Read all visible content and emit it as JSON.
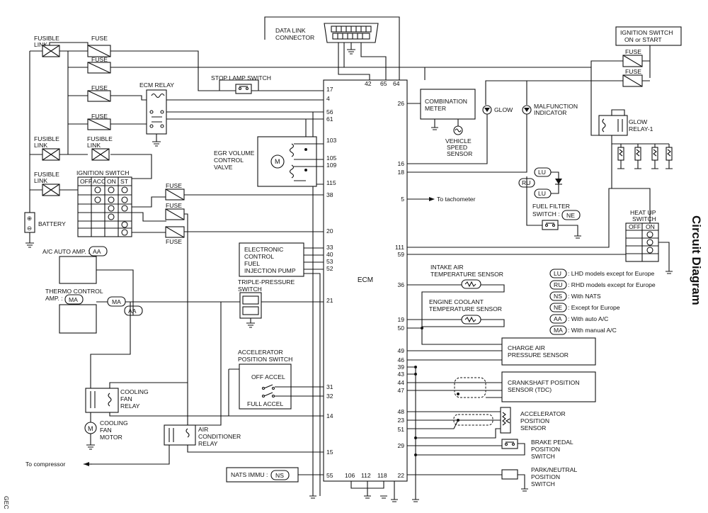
{
  "page": {
    "side_title": "Circuit Diagram",
    "corner_code": "GEC"
  },
  "ecm": {
    "label": "ECM"
  },
  "components": {
    "data_link_connector": [
      "DATA LINK",
      "CONNECTOR"
    ],
    "ignition_switch_on_start": [
      "IGNITION SWITCH",
      "ON or START"
    ],
    "fusible_link": [
      "FUSIBLE",
      "LINK"
    ],
    "fuse": "FUSE",
    "ecm_relay": "ECM RELAY",
    "stop_lamp_switch": "STOP LAMP SWITCH",
    "egr_volume_control_valve": [
      "EGR VOLUME",
      "CONTROL",
      "VALVE"
    ],
    "ignition_switch": "IGNITION SWITCH",
    "ignition_switch_positions": [
      "OFF",
      "ACC",
      "ON",
      "ST"
    ],
    "battery": "BATTERY",
    "ac_auto_amp": "A/C AUTO AMP. :",
    "thermo_control_amp": [
      "THERMO CONTROL",
      "AMP. :"
    ],
    "electronic_control_fuel_injection_pump": [
      "ELECTRONIC",
      "CONTROL",
      "FUEL",
      "INJECTION PUMP"
    ],
    "triple_pressure_switch": [
      "TRIPLE-PRESSURE",
      "SWITCH"
    ],
    "accelerator_position_switch": [
      "ACCELERATOR",
      "POSITION SWITCH"
    ],
    "off_accel": "OFF ACCEL",
    "full_accel": "FULL ACCEL",
    "cooling_fan_relay": [
      "COOLING",
      "FAN",
      "RELAY"
    ],
    "cooling_fan_motor": [
      "COOLING",
      "FAN",
      "MOTOR"
    ],
    "air_conditioner_relay": [
      "AIR",
      "CONDITIONER",
      "RELAY"
    ],
    "to_compressor": "To compressor",
    "nats_immu": "NATS IMMU :",
    "combination_meter": [
      "COMBINATION",
      "METER"
    ],
    "vehicle_speed_sensor": [
      "VEHICLE",
      "SPEED",
      "SENSOR"
    ],
    "glow": "GLOW",
    "malfunction_indicator": [
      "MALFUNCTION",
      "INDICATOR"
    ],
    "glow_relay": [
      "GLOW",
      "RELAY-1"
    ],
    "to_tachometer": "To tachometer",
    "fuel_filter_switch": [
      "FUEL FILTER",
      "SWITCH :"
    ],
    "heat_up_switch": [
      "HEAT UP",
      "SWITCH"
    ],
    "heat_up_positions": [
      "OFF",
      "ON"
    ],
    "intake_air_temperature_sensor": [
      "INTAKE AIR",
      "TEMPERATURE SENSOR"
    ],
    "engine_coolant_temperature_sensor": [
      "ENGINE COOLANT",
      "TEMPERATURE SENSOR"
    ],
    "charge_air_pressure_sensor": [
      "CHARGE AIR",
      "PRESSURE SENSOR"
    ],
    "crankshaft_position_sensor": [
      "CRANKSHAFT POSITION",
      "SENSOR (TDC)"
    ],
    "accelerator_position_sensor": [
      "ACCELERATOR",
      "POSITION",
      "SENSOR"
    ],
    "brake_pedal_position_switch": [
      "BRAKE PEDAL",
      "POSITION",
      "SWITCH"
    ],
    "park_neutral_position_switch": [
      "PARK/NEUTRAL",
      "POSITION",
      "SWITCH"
    ]
  },
  "legend": [
    {
      "code": "LU",
      "text": ": LHD models except for Europe"
    },
    {
      "code": "RU",
      "text": ": RHD models except for Europe"
    },
    {
      "code": "NS",
      "text": ": With NATS"
    },
    {
      "code": "NE",
      "text": ": Except for Europe"
    },
    {
      "code": "AA",
      "text": ": With auto A/C"
    },
    {
      "code": "MA",
      "text": ": With manual A/C"
    }
  ],
  "option_codes": {
    "aa": "AA",
    "ma": "MA",
    "ns": "NS",
    "ne": "NE",
    "lu": "LU",
    "ru": "RU"
  },
  "pins": {
    "left": [
      "17",
      "4",
      "56",
      "61",
      "103",
      "105",
      "109",
      "115",
      "38",
      "20",
      "33",
      "40",
      "53",
      "52",
      "21",
      "31",
      "32",
      "14",
      "15",
      "55"
    ],
    "top": [
      "42",
      "65",
      "64"
    ],
    "right": [
      "26",
      "16",
      "18",
      "5",
      "111",
      "59",
      "36",
      "19",
      "50",
      "49",
      "46",
      "39",
      "43",
      "44",
      "47",
      "48",
      "23",
      "51",
      "29",
      "22"
    ],
    "bottom": [
      "106",
      "112",
      "118"
    ]
  }
}
